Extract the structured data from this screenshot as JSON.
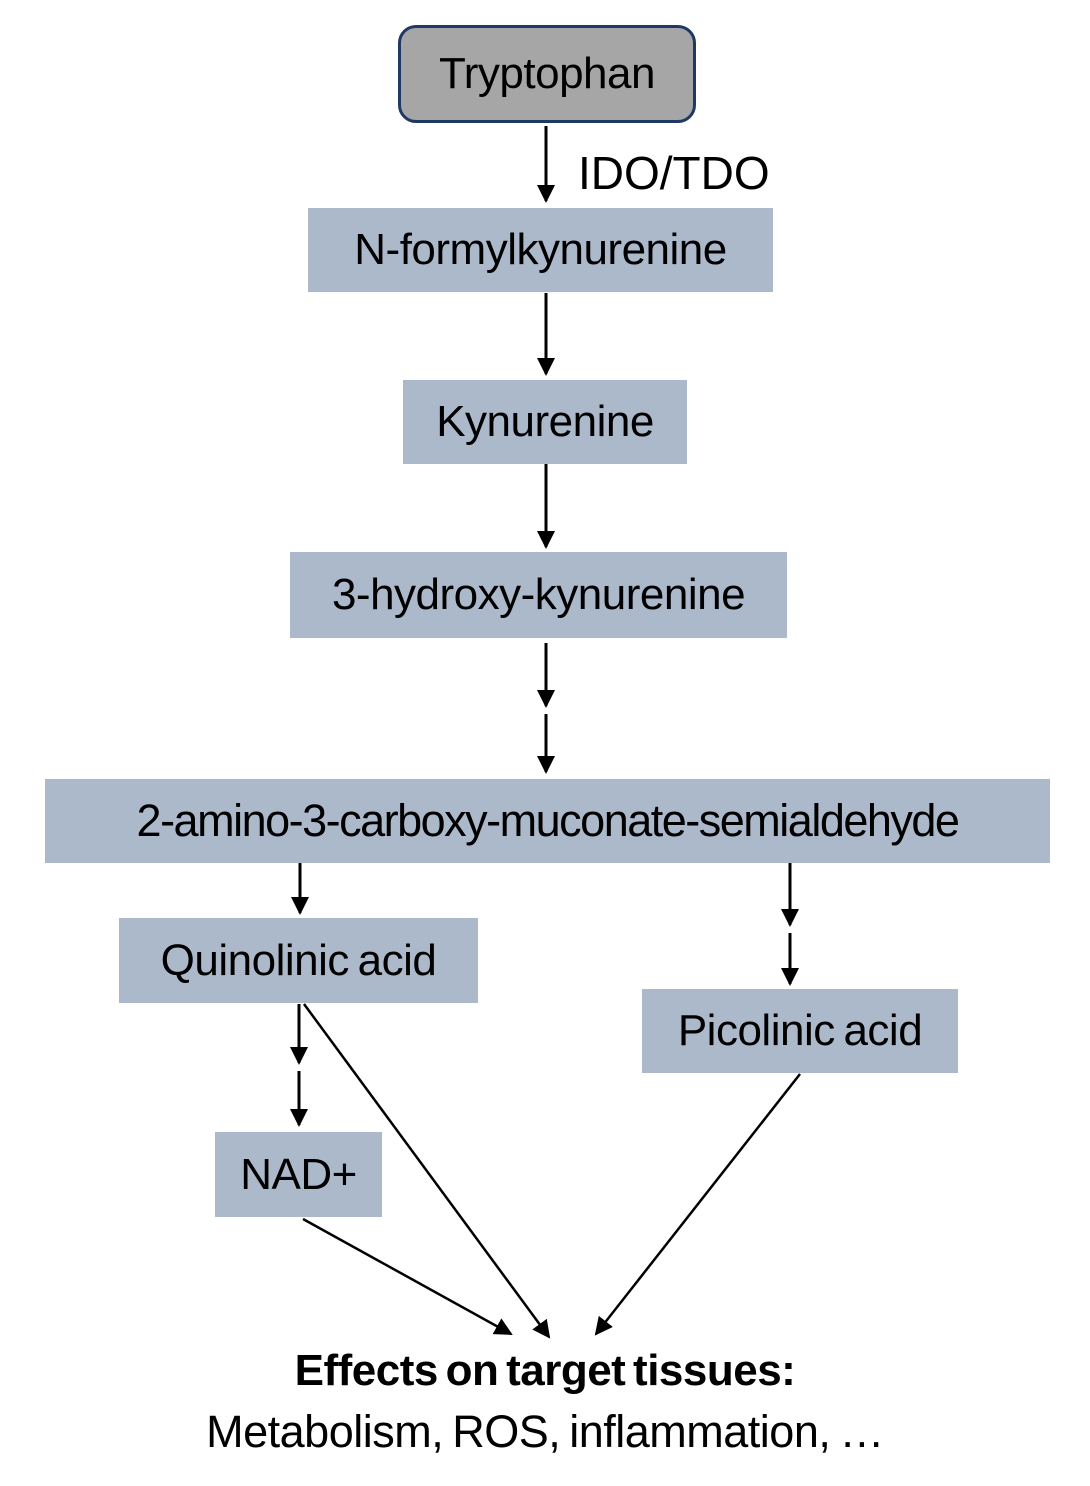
{
  "nodes": {
    "tryptophan": {
      "label": "Tryptophan"
    },
    "n_formylkynurenine": {
      "label": "N-formylkynurenine"
    },
    "kynurenine": {
      "label": "Kynurenine"
    },
    "hydroxy_kynurenine_3": {
      "label": "3-hydroxy-kynurenine"
    },
    "acms": {
      "label": "2-amino-3-carboxy-muconate-semialdehyde"
    },
    "quinolinic_acid": {
      "label": "Quinolinic acid"
    },
    "picolinic_acid": {
      "label": "Picolinic acid"
    },
    "nad_plus": {
      "label": "NAD+"
    }
  },
  "edge_labels": {
    "ido_tdo": "IDO/TDO"
  },
  "edges": [
    {
      "from": "Tryptophan",
      "to": "N-formylkynurenine",
      "style": "single-arrow",
      "label": "IDO/TDO"
    },
    {
      "from": "N-formylkynurenine",
      "to": "Kynurenine",
      "style": "single-arrow"
    },
    {
      "from": "Kynurenine",
      "to": "3-hydroxy-kynurenine",
      "style": "single-arrow"
    },
    {
      "from": "3-hydroxy-kynurenine",
      "to": "2-amino-3-carboxy-muconate-semialdehyde",
      "style": "double-arrow"
    },
    {
      "from": "2-amino-3-carboxy-muconate-semialdehyde",
      "to": "Quinolinic acid",
      "style": "single-arrow"
    },
    {
      "from": "2-amino-3-carboxy-muconate-semialdehyde",
      "to": "Picolinic acid",
      "style": "double-arrow"
    },
    {
      "from": "Quinolinic acid",
      "to": "NAD+",
      "style": "double-arrow"
    },
    {
      "from": "Quinolinic acid",
      "to": "Effects on target tissues",
      "style": "single-arrow"
    },
    {
      "from": "NAD+",
      "to": "Effects on target tissues",
      "style": "single-arrow"
    },
    {
      "from": "Picolinic acid",
      "to": "Effects on target tissues",
      "style": "single-arrow"
    }
  ],
  "footer": {
    "title": "Effects on target tissues:",
    "subtitle": "Metabolism, ROS, inflammation, …"
  },
  "colors": {
    "node_fill": "#acb9cb",
    "start_node_fill": "#a6a6a6",
    "start_node_border": "#1f3864",
    "arrow": "#000000",
    "text": "#000000",
    "background": "#ffffff"
  }
}
